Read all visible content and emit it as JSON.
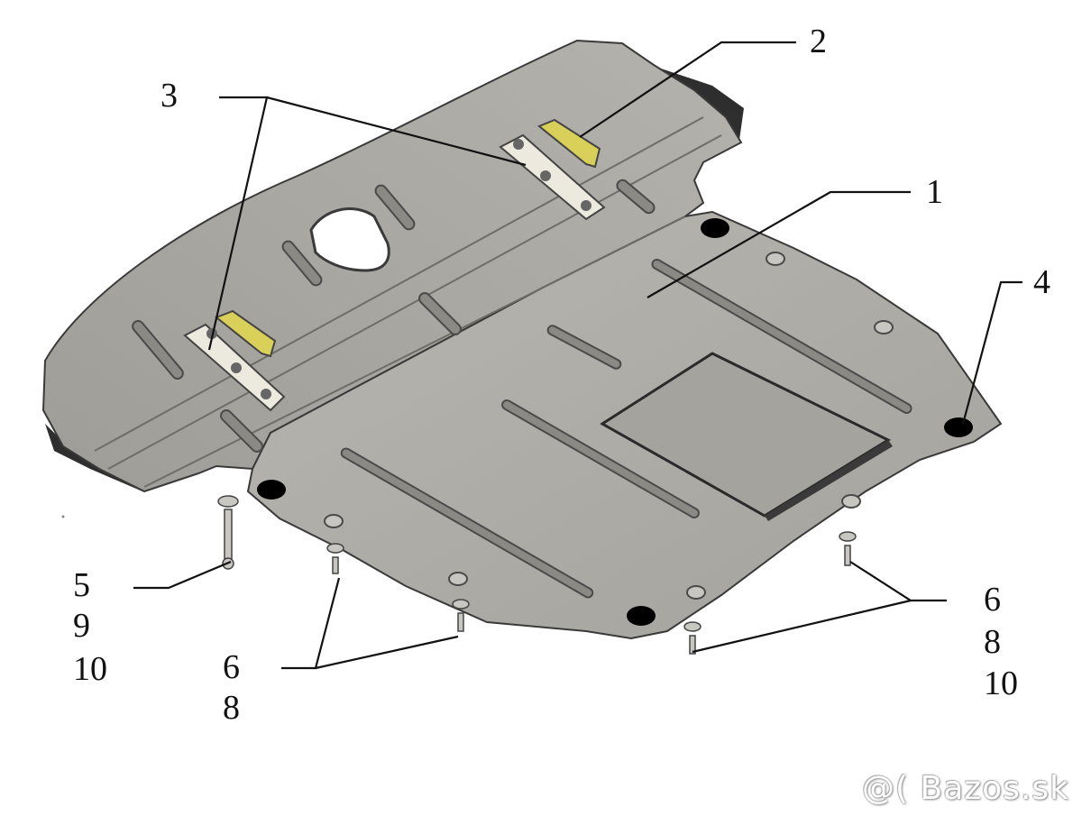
{
  "diagram": {
    "callouts": {
      "c1": "1",
      "c2": "2",
      "c3": "3",
      "c4": "4",
      "c5": "5",
      "c5b": "9",
      "c5c": "10",
      "cl6": "6",
      "cl8": "8",
      "cr6": "6",
      "cr8": "8",
      "cr10": "10"
    },
    "colors": {
      "plate": "#aeaca6",
      "plate_dark": "#8d8b86",
      "outline": "#3a3a3a",
      "bracket": "#d8cf5a",
      "plug": "#1c1c1c"
    }
  },
  "watermark": "@( Bazos.sk"
}
